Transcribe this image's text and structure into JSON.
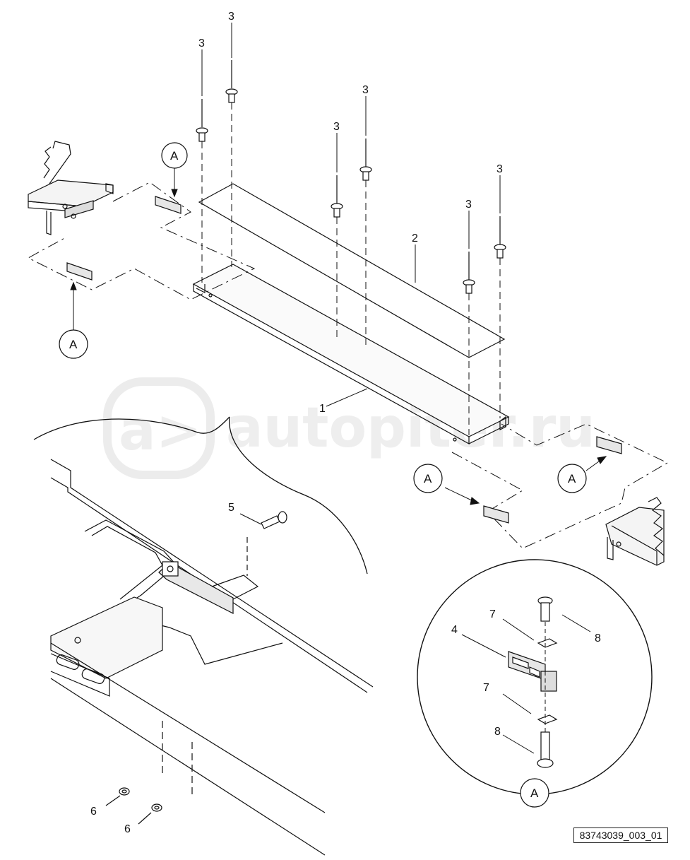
{
  "watermark": "autopiter.ru",
  "figure_ref": "83743039_003_01",
  "callouts": {
    "view_ref": "A",
    "part_1": "1",
    "part_2": "2",
    "part_3": "3",
    "part_4": "4",
    "part_5": "5",
    "part_6": "6",
    "part_7": "7",
    "part_8": "8"
  }
}
